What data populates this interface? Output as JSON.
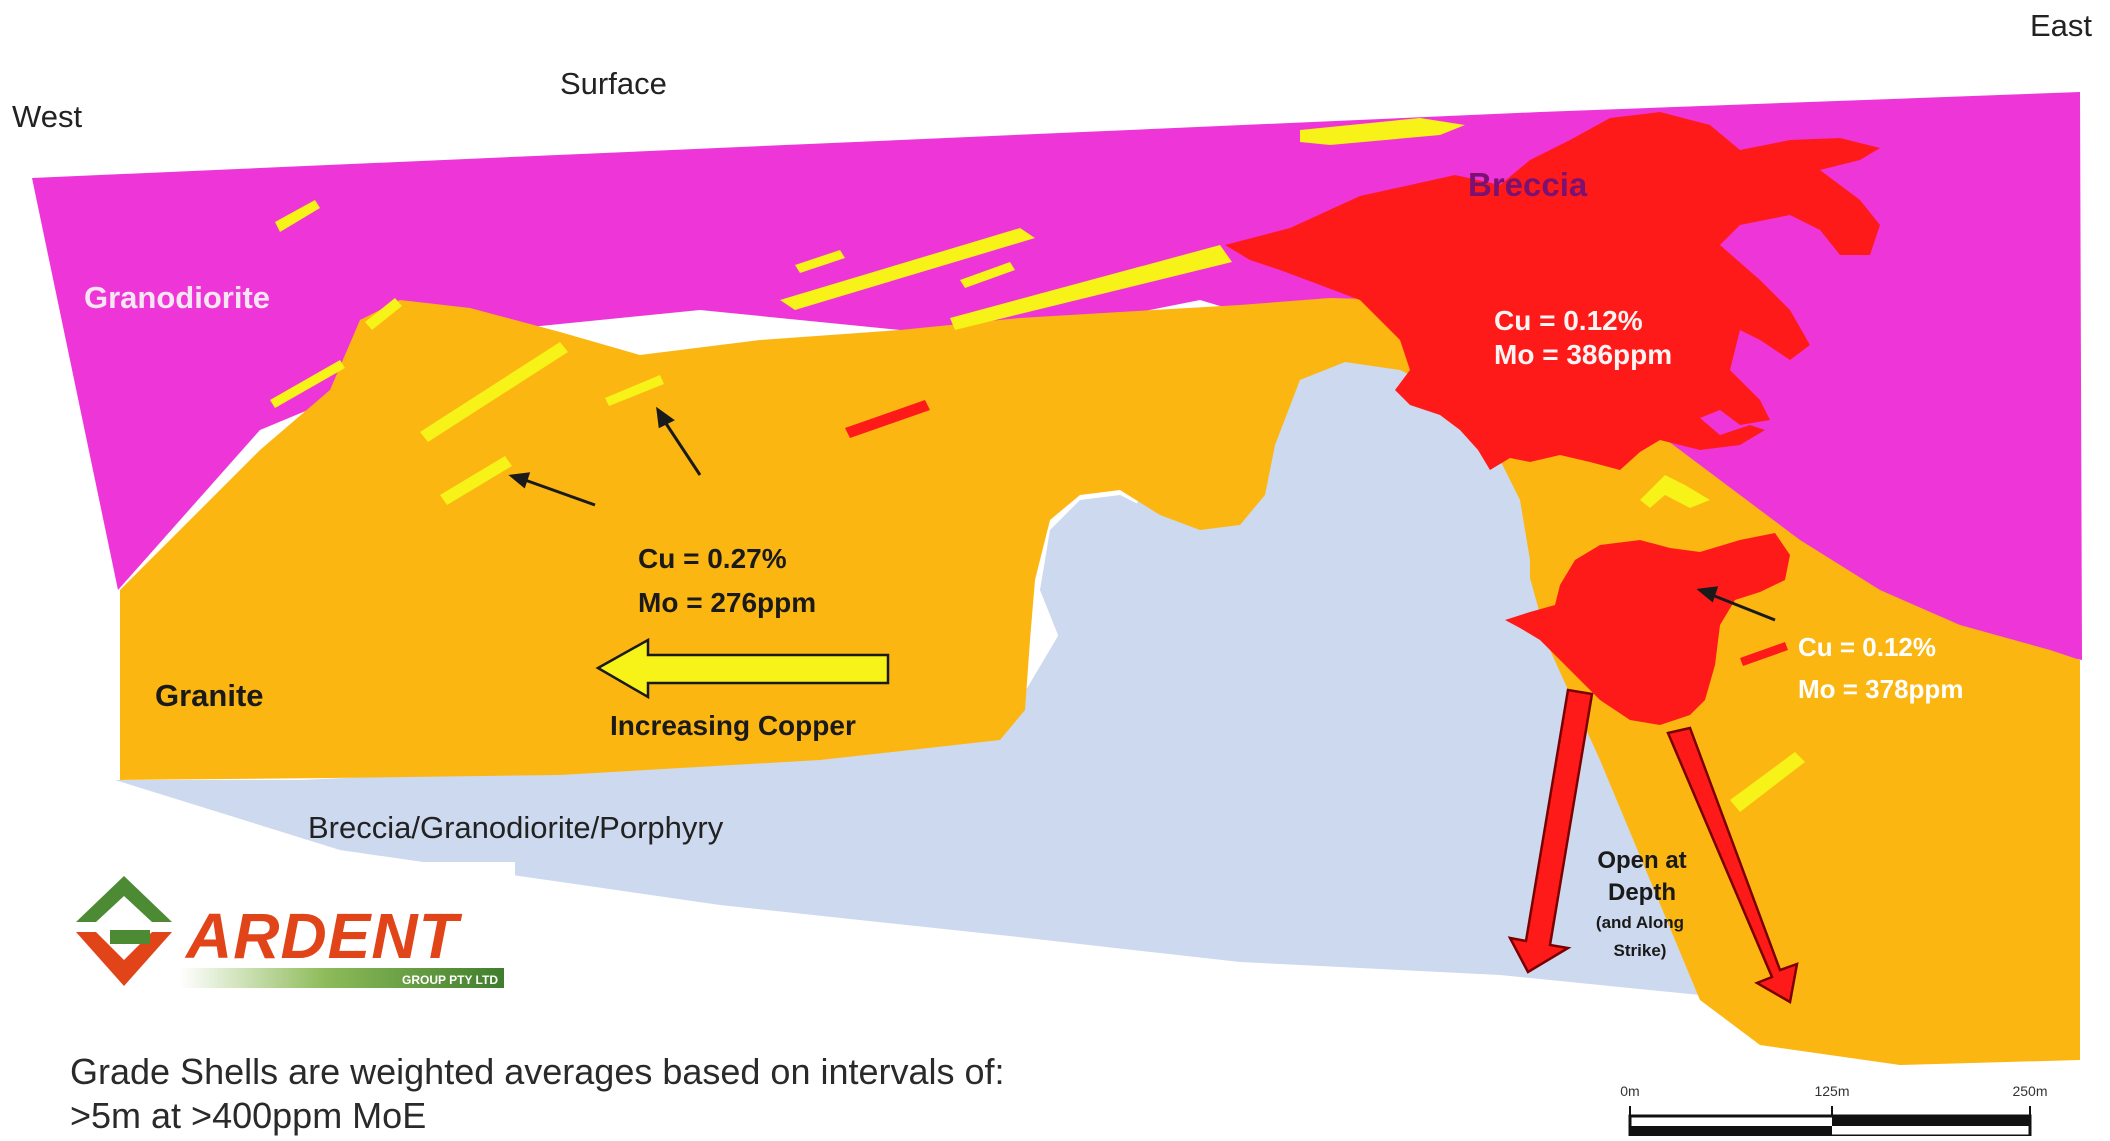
{
  "labels": {
    "east": "East",
    "west": "West",
    "surface": "Surface",
    "granodiorite": "Granodiorite",
    "granite": "Granite",
    "breccia": "Breccia",
    "lower_unit": "Breccia/Granodiorite/Porphyry",
    "increasing_copper": "Increasing Copper"
  },
  "shells": {
    "breccia_cu": "Cu = 0.12%",
    "breccia_mo": "Mo = 386ppm",
    "granite_cu": "Cu = 0.27%",
    "granite_mo": "Mo = 276ppm",
    "east_cu": "Cu = 0.12%",
    "east_mo": "Mo = 378ppm"
  },
  "open_at_depth": {
    "line1": "Open at",
    "line2": "Depth",
    "line3": "(and Along",
    "line4": "Strike)"
  },
  "logo": {
    "name": "ARDENT",
    "sub": "GROUP PTY LTD"
  },
  "footnote": {
    "line1": "Grade Shells are weighted averages based on intervals of:",
    "line2": ">5m at >400ppm MoE"
  },
  "scale_bar": {
    "tick0": "0m",
    "tick1": "125m",
    "tick2": "250m"
  },
  "colors": {
    "granodiorite": "#ee36d8",
    "granite": "#fbb612",
    "breccia": "#ff1a1a",
    "lower_unit": "#cdd9ee",
    "veins": "#f7f217",
    "arrow_fill": "#f7f217",
    "logo_green": "#4c8a34",
    "logo_red": "#e04418"
  }
}
